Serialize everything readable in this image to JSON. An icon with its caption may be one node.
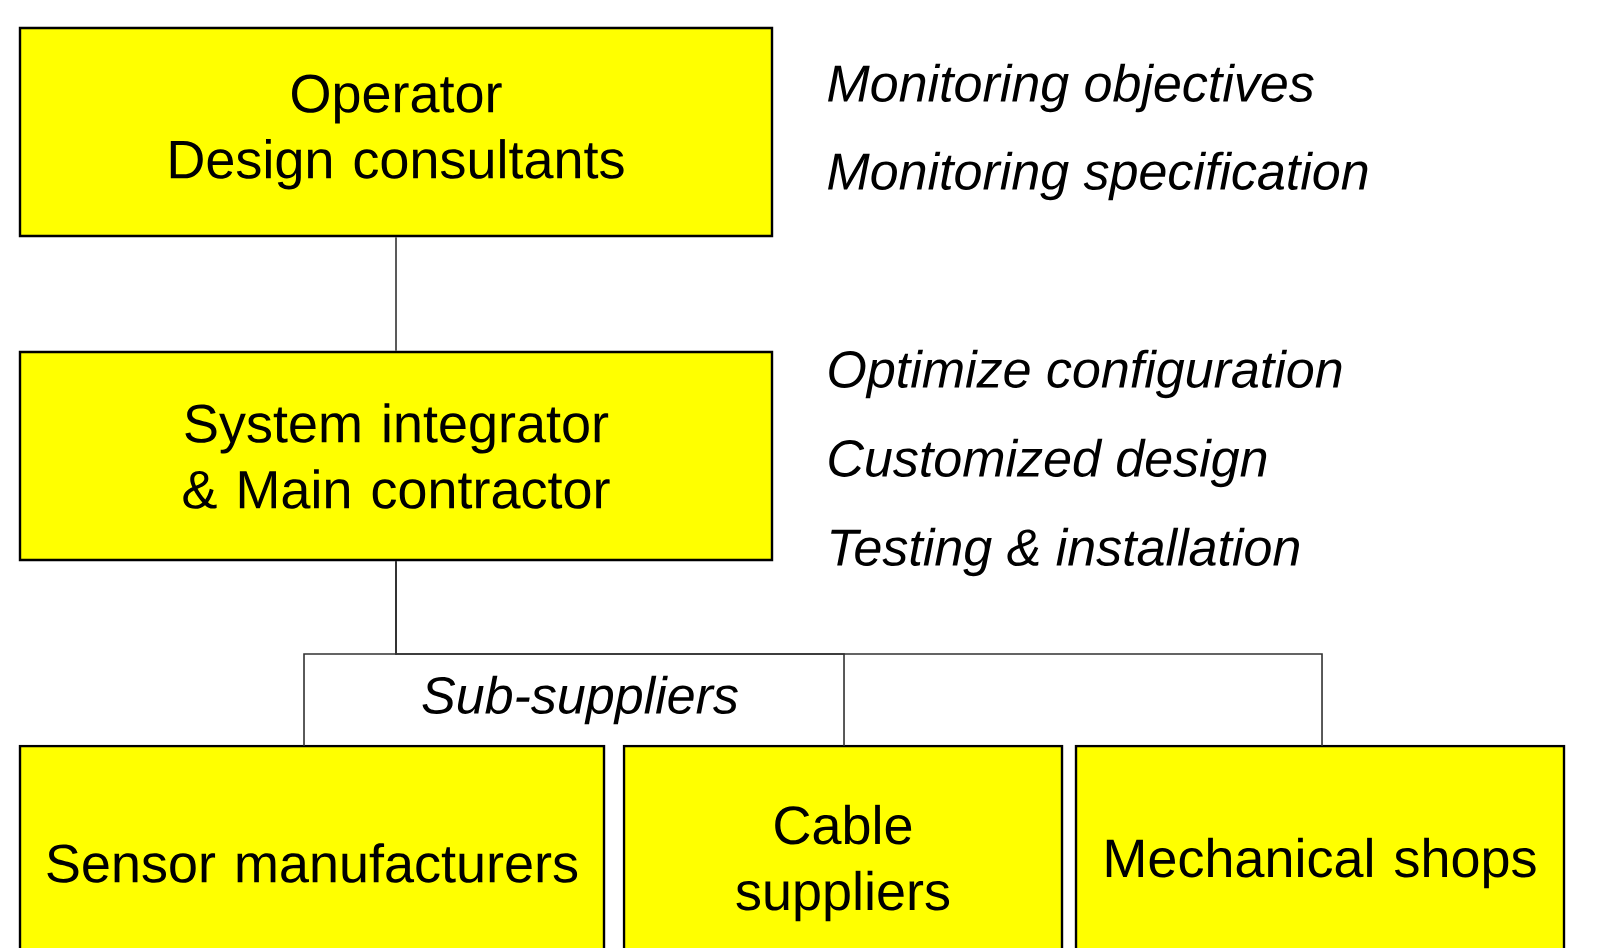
{
  "diagram": {
    "nodes": [
      {
        "text": [
          "Operator",
          "Design consultants"
        ],
        "beside": [
          "Monitoring objectives",
          "Monitoring specification"
        ]
      },
      {
        "text": [
          "System integrator & Main contractor"
        ],
        "beside": [
          "Optimize configuration",
          "Customized design",
          "Testing & installation"
        ]
      },
      {
        "text": [
          "Sensor manufacturers"
        ]
      },
      {
        "text": [
          "Cable suppliers"
        ]
      },
      {
        "text": [
          "Mechanical shops"
        ]
      }
    ],
    "edges": [
      {
        "from": 0,
        "to": 1,
        "arrow": "none"
      },
      {
        "from": 1,
        "to": 2,
        "arrow": "none"
      },
      {
        "from": 1,
        "to": 3,
        "arrow": "none"
      },
      {
        "from": 1,
        "to": 4,
        "arrow": "none"
      }
    ],
    "labels": [
      "Sub-suppliers"
    ]
  }
}
